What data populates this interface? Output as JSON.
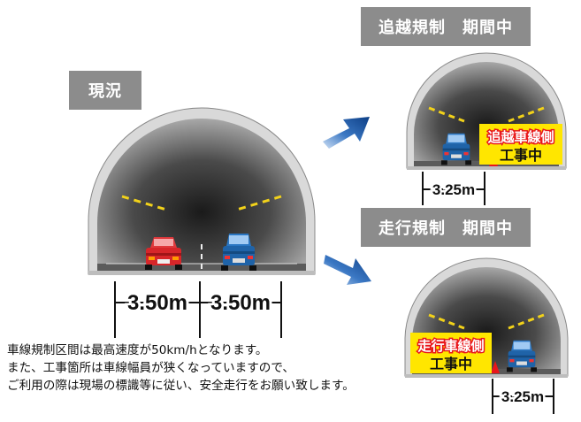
{
  "labels": {
    "current": "現況",
    "passing_restriction": "追越規制　期間中",
    "driving_restriction": "走行規制　期間中"
  },
  "lane_widths": {
    "left_lane": "3.50m",
    "right_lane": "3.50m",
    "passing_open_lane": "3.25m",
    "driving_open_lane": "3.25m"
  },
  "signs": {
    "passing": {
      "line1": "追越車線側",
      "line2": "工事中"
    },
    "driving": {
      "line1": "走行車線側",
      "line2": "工事中"
    }
  },
  "notice": [
    "車線規制区間は最高速度が50km/hとなります。",
    "また、工事箇所は車線幅員が狭くなっていますので、",
    "ご利用の際は現場の標識等に従い、安全走行をお願い致します。"
  ],
  "colors": {
    "label_bg": "#8c8c8c",
    "tunnel_dark": "#2b2b2b",
    "tunnel_light": "#9a9a9a",
    "lamp": "#f2d21a",
    "red_car": "#d7262a",
    "blue_car": "#1f63a8",
    "sign_yellow": "#ffe600",
    "sign_red": "#e8161b",
    "arrow_blue": "#1a55a0"
  }
}
